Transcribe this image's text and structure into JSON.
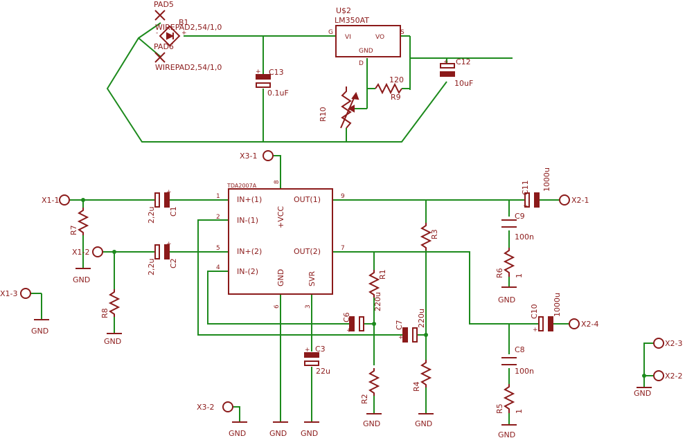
{
  "colors": {
    "wire": "#1c8a1c",
    "symbol": "#8b1a1a",
    "background": "#ffffff"
  },
  "top": {
    "pad5": {
      "name": "PAD5",
      "value": "WIREPAD2,54/1,0"
    },
    "pad6": {
      "name": "PAD6",
      "value": "WIREPAD2,54/1,0"
    },
    "bridge": {
      "name": "B1",
      "minus": "-",
      "plus": "+"
    },
    "u2": {
      "name": "U$2",
      "value": "LM350AT",
      "pin_vi": "VI",
      "pin_vo": "VO",
      "pin_gnd": "GND",
      "g": "G",
      "s": "S",
      "d": "D"
    },
    "c13": {
      "name": "C13",
      "value": "0.1uF"
    },
    "c12": {
      "name": "C12",
      "value": "10uF"
    },
    "r9": {
      "name": "R9",
      "value": "120"
    },
    "r10": {
      "name": "R10"
    }
  },
  "amp": {
    "name": "TDA2007A",
    "pins": {
      "in1p": "IN+(1)",
      "in1n": "IN-(1)",
      "in2p": "IN+(2)",
      "in2n": "IN-(2)",
      "vcc": "+VCC",
      "out1": "OUT(1)",
      "out2": "OUT(2)",
      "gnd": "GND",
      "svr": "SVR"
    },
    "pin_numbers": {
      "p1": "1",
      "p2": "2",
      "p5": "5",
      "p4": "4",
      "p8": "8",
      "p9": "9",
      "p7": "7",
      "p6": "6",
      "p3": "3"
    }
  },
  "connectors": {
    "x1_1": "X1-1",
    "x1_2": "X1-2",
    "x1_3": "X1-3",
    "x2_1": "X2-1",
    "x2_2": "X2-2",
    "x2_3": "X2-3",
    "x2_4": "X2-4",
    "x3_1": "X3-1",
    "x3_2": "X3-2"
  },
  "parts": {
    "c1": {
      "name": "C1",
      "value": "2,2u"
    },
    "c2": {
      "name": "C2",
      "value": "2,2u"
    },
    "c3": {
      "name": "C3",
      "value": "22u"
    },
    "c6": {
      "name": "C6",
      "value": "220u"
    },
    "c7": {
      "name": "C7",
      "value": "220u"
    },
    "c8": {
      "name": "C8",
      "value": "100n"
    },
    "c9": {
      "name": "C9",
      "value": "100n"
    },
    "c10": {
      "name": "C10",
      "value": "1000u"
    },
    "c11": {
      "name": "C11",
      "value": "1000u"
    },
    "r1": {
      "name": "R1"
    },
    "r2": {
      "name": "R2"
    },
    "r3": {
      "name": "R3"
    },
    "r4": {
      "name": "R4"
    },
    "r5": {
      "name": "R5",
      "value": "1"
    },
    "r6": {
      "name": "R6",
      "value": "1"
    },
    "r7": {
      "name": "R7"
    },
    "r8": {
      "name": "R8"
    }
  },
  "gnd_label": "GND",
  "polarity_mark": "+"
}
